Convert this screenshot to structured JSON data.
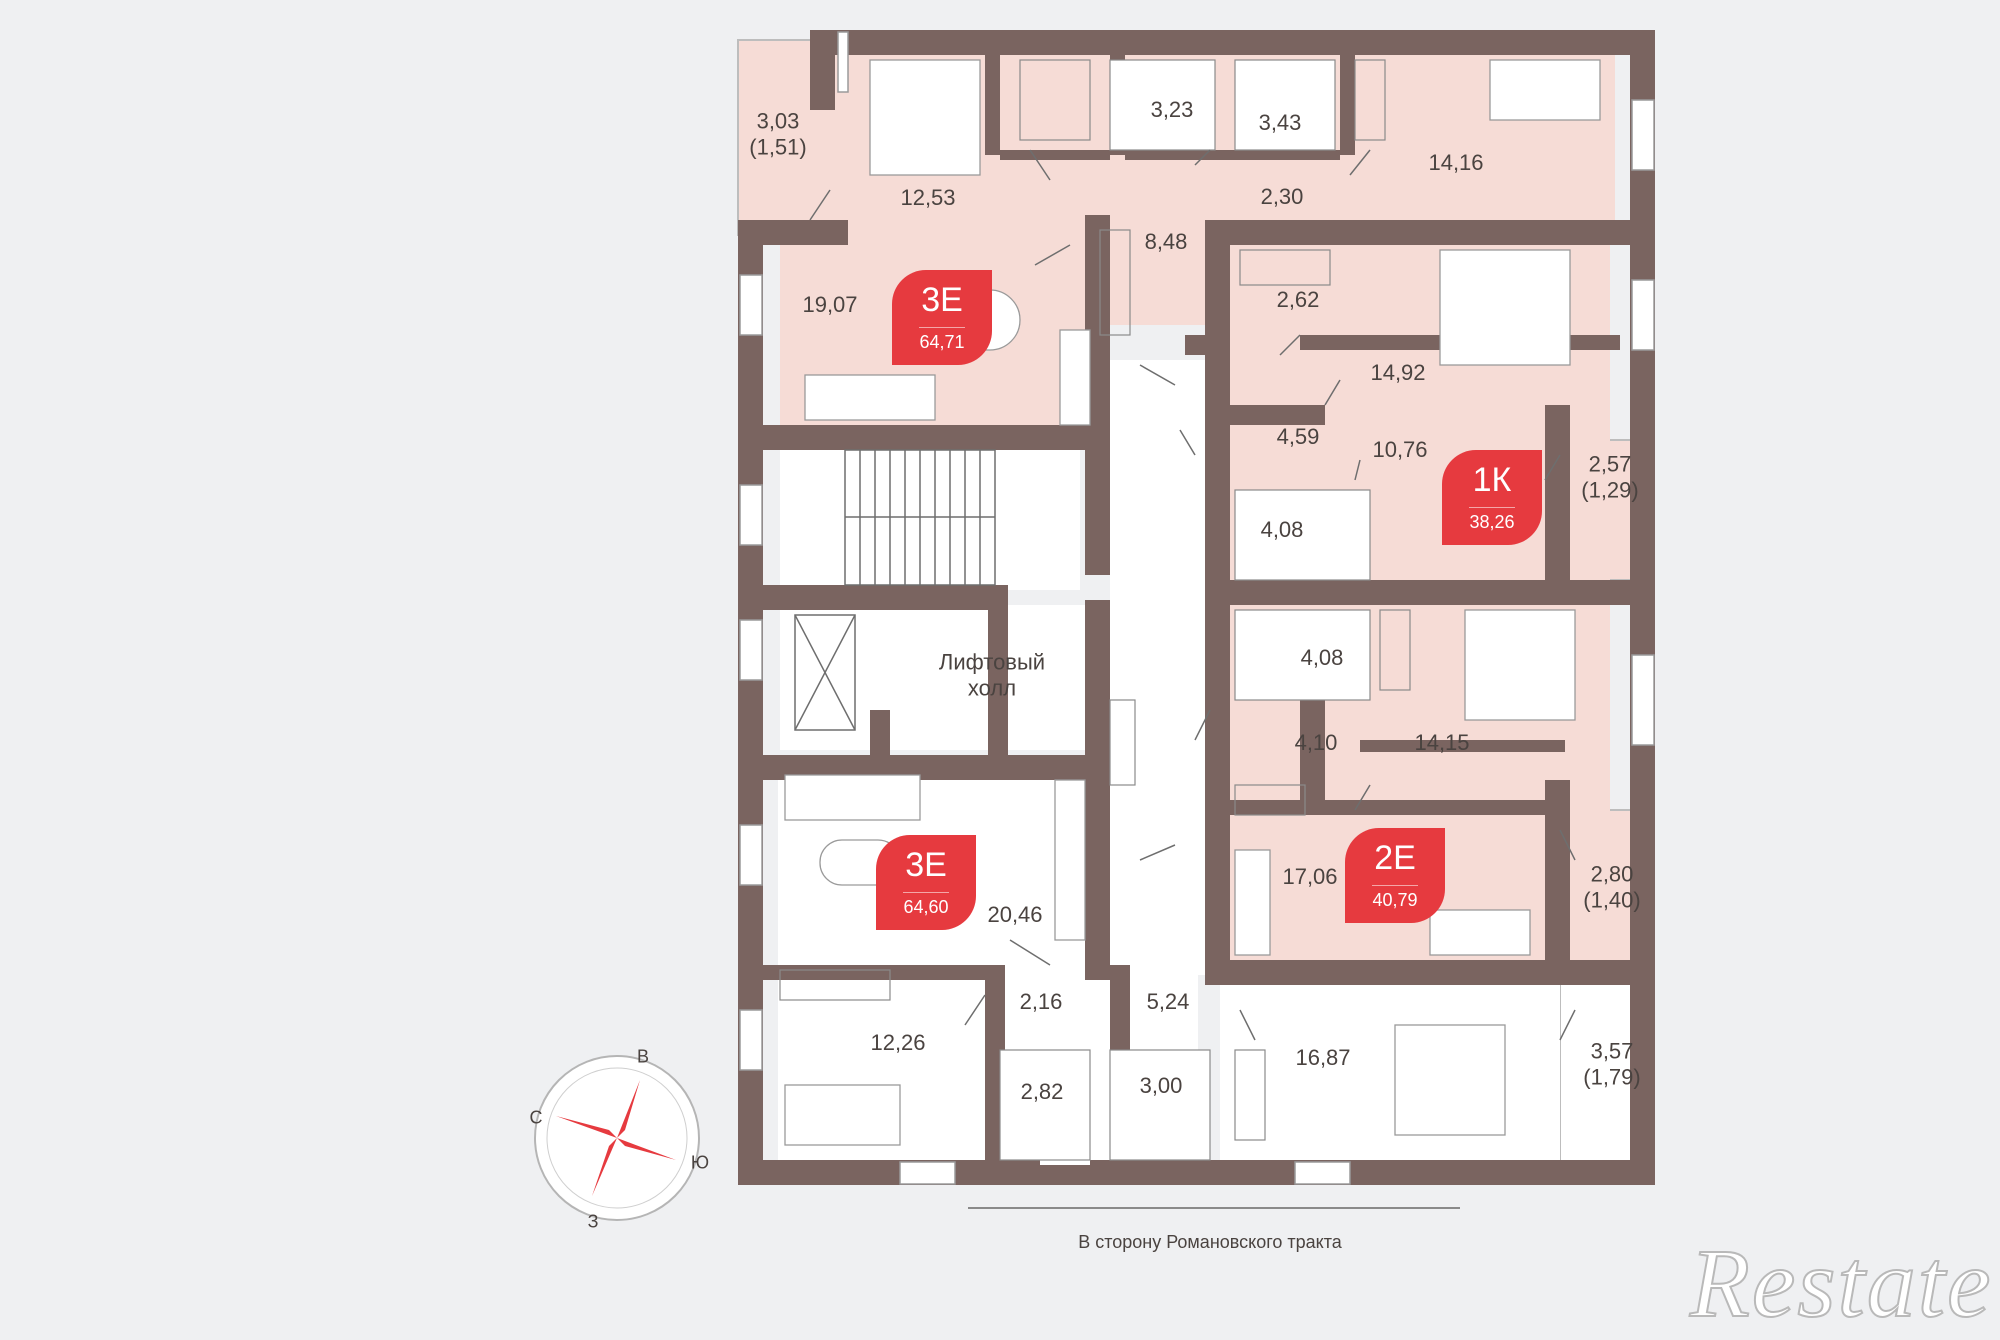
{
  "rooms": [
    {
      "id": "r1",
      "text": "3,03\n(1,51)"
    },
    {
      "id": "r2",
      "text": "12,53"
    },
    {
      "id": "r3",
      "text": "3,23"
    },
    {
      "id": "r4",
      "text": "3,43"
    },
    {
      "id": "r5",
      "text": "2,30"
    },
    {
      "id": "r6",
      "text": "14,16"
    },
    {
      "id": "r7",
      "text": "8,48"
    },
    {
      "id": "r8",
      "text": "19,07"
    },
    {
      "id": "r9",
      "text": "2,62"
    },
    {
      "id": "r10",
      "text": "14,92"
    },
    {
      "id": "r11",
      "text": "4,59"
    },
    {
      "id": "r12",
      "text": "10,76"
    },
    {
      "id": "r13",
      "text": "2,57\n(1,29)"
    },
    {
      "id": "r14",
      "text": "4,08"
    },
    {
      "id": "r15",
      "text": "4,08"
    },
    {
      "id": "r16",
      "text": "Лифтовый\nхолл"
    },
    {
      "id": "r17",
      "text": "4,10"
    },
    {
      "id": "r18",
      "text": "14,15"
    },
    {
      "id": "r19",
      "text": "17,06"
    },
    {
      "id": "r20",
      "text": "2,80\n(1,40)"
    },
    {
      "id": "r21",
      "text": "20,46"
    },
    {
      "id": "r22",
      "text": "2,16"
    },
    {
      "id": "r23",
      "text": "5,24"
    },
    {
      "id": "r24",
      "text": "12,26"
    },
    {
      "id": "r25",
      "text": "2,82"
    },
    {
      "id": "r26",
      "text": "3,00"
    },
    {
      "id": "r27",
      "text": "16,87"
    },
    {
      "id": "r28",
      "text": "3,57\n(1,79)"
    }
  ],
  "apartments": [
    {
      "id": "a1",
      "type": "3Е",
      "area": "64,71"
    },
    {
      "id": "a2",
      "type": "1К",
      "area": "38,26"
    },
    {
      "id": "a3",
      "type": "3Е",
      "area": "64,60"
    },
    {
      "id": "a4",
      "type": "2Е",
      "area": "40,79"
    }
  ],
  "compass": {
    "north": "С",
    "east": "В",
    "south": "Ю",
    "west": "З"
  },
  "caption": "В сторону Романовского тракта",
  "watermark": "Restate",
  "colors": {
    "wall": "#7a6460",
    "apartment_fill": "#f6dcd6",
    "badge": "#e63a3f",
    "compass_needle": "#e63a3f"
  }
}
